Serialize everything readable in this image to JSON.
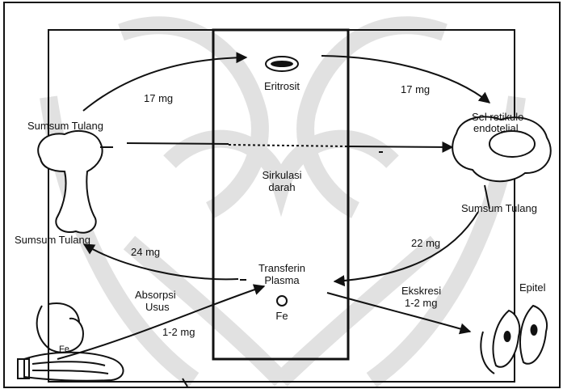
{
  "labels": {
    "eritrosit": "Eritrosit",
    "top_left_flow": "17 mg",
    "top_right_flow": "17 mg",
    "sumsum_top": "Sumsum Tulang",
    "sel_retikulo_line1": "Sel retikulo",
    "sel_retikulo_line2": "endotelial",
    "sirkulasi_line1": "Sirkulasi",
    "sirkulasi_line2": "darah",
    "sumsum_right": "Sumsum Tulang",
    "sumsum_left_bottom": "Sumsum Tulang",
    "flow_24": "24 mg",
    "flow_22": "22 mg",
    "transferin_line1": "Transferin",
    "transferin_line2": "Plasma",
    "fe_center": "Fe",
    "absorpsi_line1": "Absorpsi",
    "absorpsi_line2": "Usus",
    "flow_absorpsi": "1-2 mg",
    "ekskresi_line1": "Ekskresi",
    "ekskresi_line2": "1-2 mg",
    "epitel": "Epitel",
    "fe_intestine": "Fe"
  },
  "colors": {
    "ink": "#111111",
    "paper": "#ffffff",
    "watermark": "#d9d9d9"
  }
}
